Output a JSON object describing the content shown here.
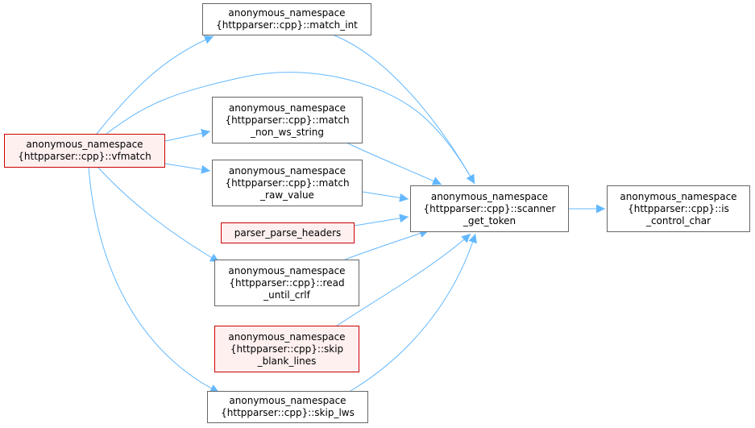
{
  "colors": {
    "edge": "#63b8ff",
    "normal_border": "#666666",
    "red_border": "#cc0000",
    "red_fill": "#fff0f0",
    "focus_fill": "#999999"
  },
  "nodes": {
    "is_control_char": {
      "lines": [
        "anonymous_namespace",
        "{httpparser::cpp}::is",
        "_control_char"
      ],
      "style": "focus"
    },
    "scanner_get_token": {
      "lines": [
        "anonymous_namespace",
        "{httpparser::cpp}::scanner",
        "_get_token"
      ],
      "style": "normal"
    },
    "match_int": {
      "lines": [
        "anonymous_namespace",
        "{httpparser::cpp}::match_int"
      ],
      "style": "normal"
    },
    "match_non_ws_string": {
      "lines": [
        "anonymous_namespace",
        "{httpparser::cpp}::match",
        "_non_ws_string"
      ],
      "style": "normal"
    },
    "match_raw_value": {
      "lines": [
        "anonymous_namespace",
        "{httpparser::cpp}::match",
        "_raw_value"
      ],
      "style": "normal"
    },
    "parser_parse_headers": {
      "lines": [
        "parser_parse_headers"
      ],
      "style": "red"
    },
    "read_until_crlf": {
      "lines": [
        "anonymous_namespace",
        "{httpparser::cpp}::read",
        "_until_crlf"
      ],
      "style": "normal"
    },
    "skip_blank_lines": {
      "lines": [
        "anonymous_namespace",
        "{httpparser::cpp}::skip",
        "_blank_lines"
      ],
      "style": "red"
    },
    "skip_lws": {
      "lines": [
        "anonymous_namespace",
        "{httpparser::cpp}::skip_lws"
      ],
      "style": "normal"
    },
    "vfmatch": {
      "lines": [
        "anonymous_namespace",
        "{httpparser::cpp}::vfmatch"
      ],
      "style": "red"
    }
  },
  "edges": [
    {
      "from": "scanner_get_token",
      "to": "is_control_char"
    },
    {
      "from": "match_int",
      "to": "scanner_get_token"
    },
    {
      "from": "match_non_ws_string",
      "to": "scanner_get_token"
    },
    {
      "from": "match_raw_value",
      "to": "scanner_get_token"
    },
    {
      "from": "parser_parse_headers",
      "to": "scanner_get_token"
    },
    {
      "from": "read_until_crlf",
      "to": "scanner_get_token"
    },
    {
      "from": "skip_blank_lines",
      "to": "scanner_get_token"
    },
    {
      "from": "skip_lws",
      "to": "scanner_get_token"
    },
    {
      "from": "vfmatch",
      "to": "scanner_get_token"
    },
    {
      "from": "vfmatch",
      "to": "match_int"
    },
    {
      "from": "vfmatch",
      "to": "match_non_ws_string"
    },
    {
      "from": "vfmatch",
      "to": "match_raw_value"
    },
    {
      "from": "vfmatch",
      "to": "read_until_crlf"
    },
    {
      "from": "vfmatch",
      "to": "skip_lws"
    }
  ]
}
